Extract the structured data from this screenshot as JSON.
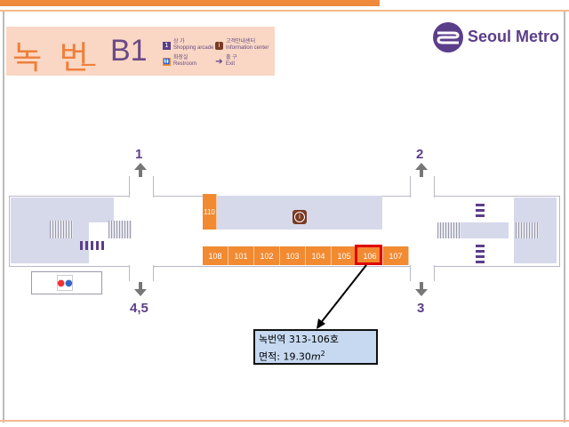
{
  "header": {
    "station_name": "녹 번",
    "separator": "_",
    "level": "B1",
    "legend": [
      {
        "symbol": "1",
        "label_ko": "상 가",
        "label_en": "Shopping arcade"
      },
      {
        "symbol": "i",
        "label_ko": "고객안내센터",
        "label_en": "Information center"
      },
      {
        "symbol": "🚻",
        "label_ko": "화장실",
        "label_en": "Restroom"
      },
      {
        "symbol": "➔",
        "label_ko": "출 구",
        "label_en": "Exit"
      }
    ]
  },
  "logo": {
    "text": "Seoul Metro",
    "icon": "seoul-metro-logo-icon",
    "color": "#5b3e8a"
  },
  "map": {
    "exits": [
      "1",
      "2",
      "4,5",
      "3"
    ],
    "shops_row": [
      "108",
      "101",
      "102",
      "103",
      "104",
      "105",
      "106",
      "107"
    ],
    "shop_vertical": "110",
    "highlighted_shop": "106",
    "info_icon": "information-icon",
    "restroom_icon": "restroom-icon"
  },
  "callout": {
    "line1": "녹번역 313-106호",
    "line2_label": "면적: 19.30",
    "line2_unit": "m",
    "line2_sup": "2"
  },
  "colors": {
    "accent_orange": "#f28a32",
    "purple": "#5b3e8a",
    "wall": "#d6d9ea",
    "highlight": "#e00000"
  }
}
